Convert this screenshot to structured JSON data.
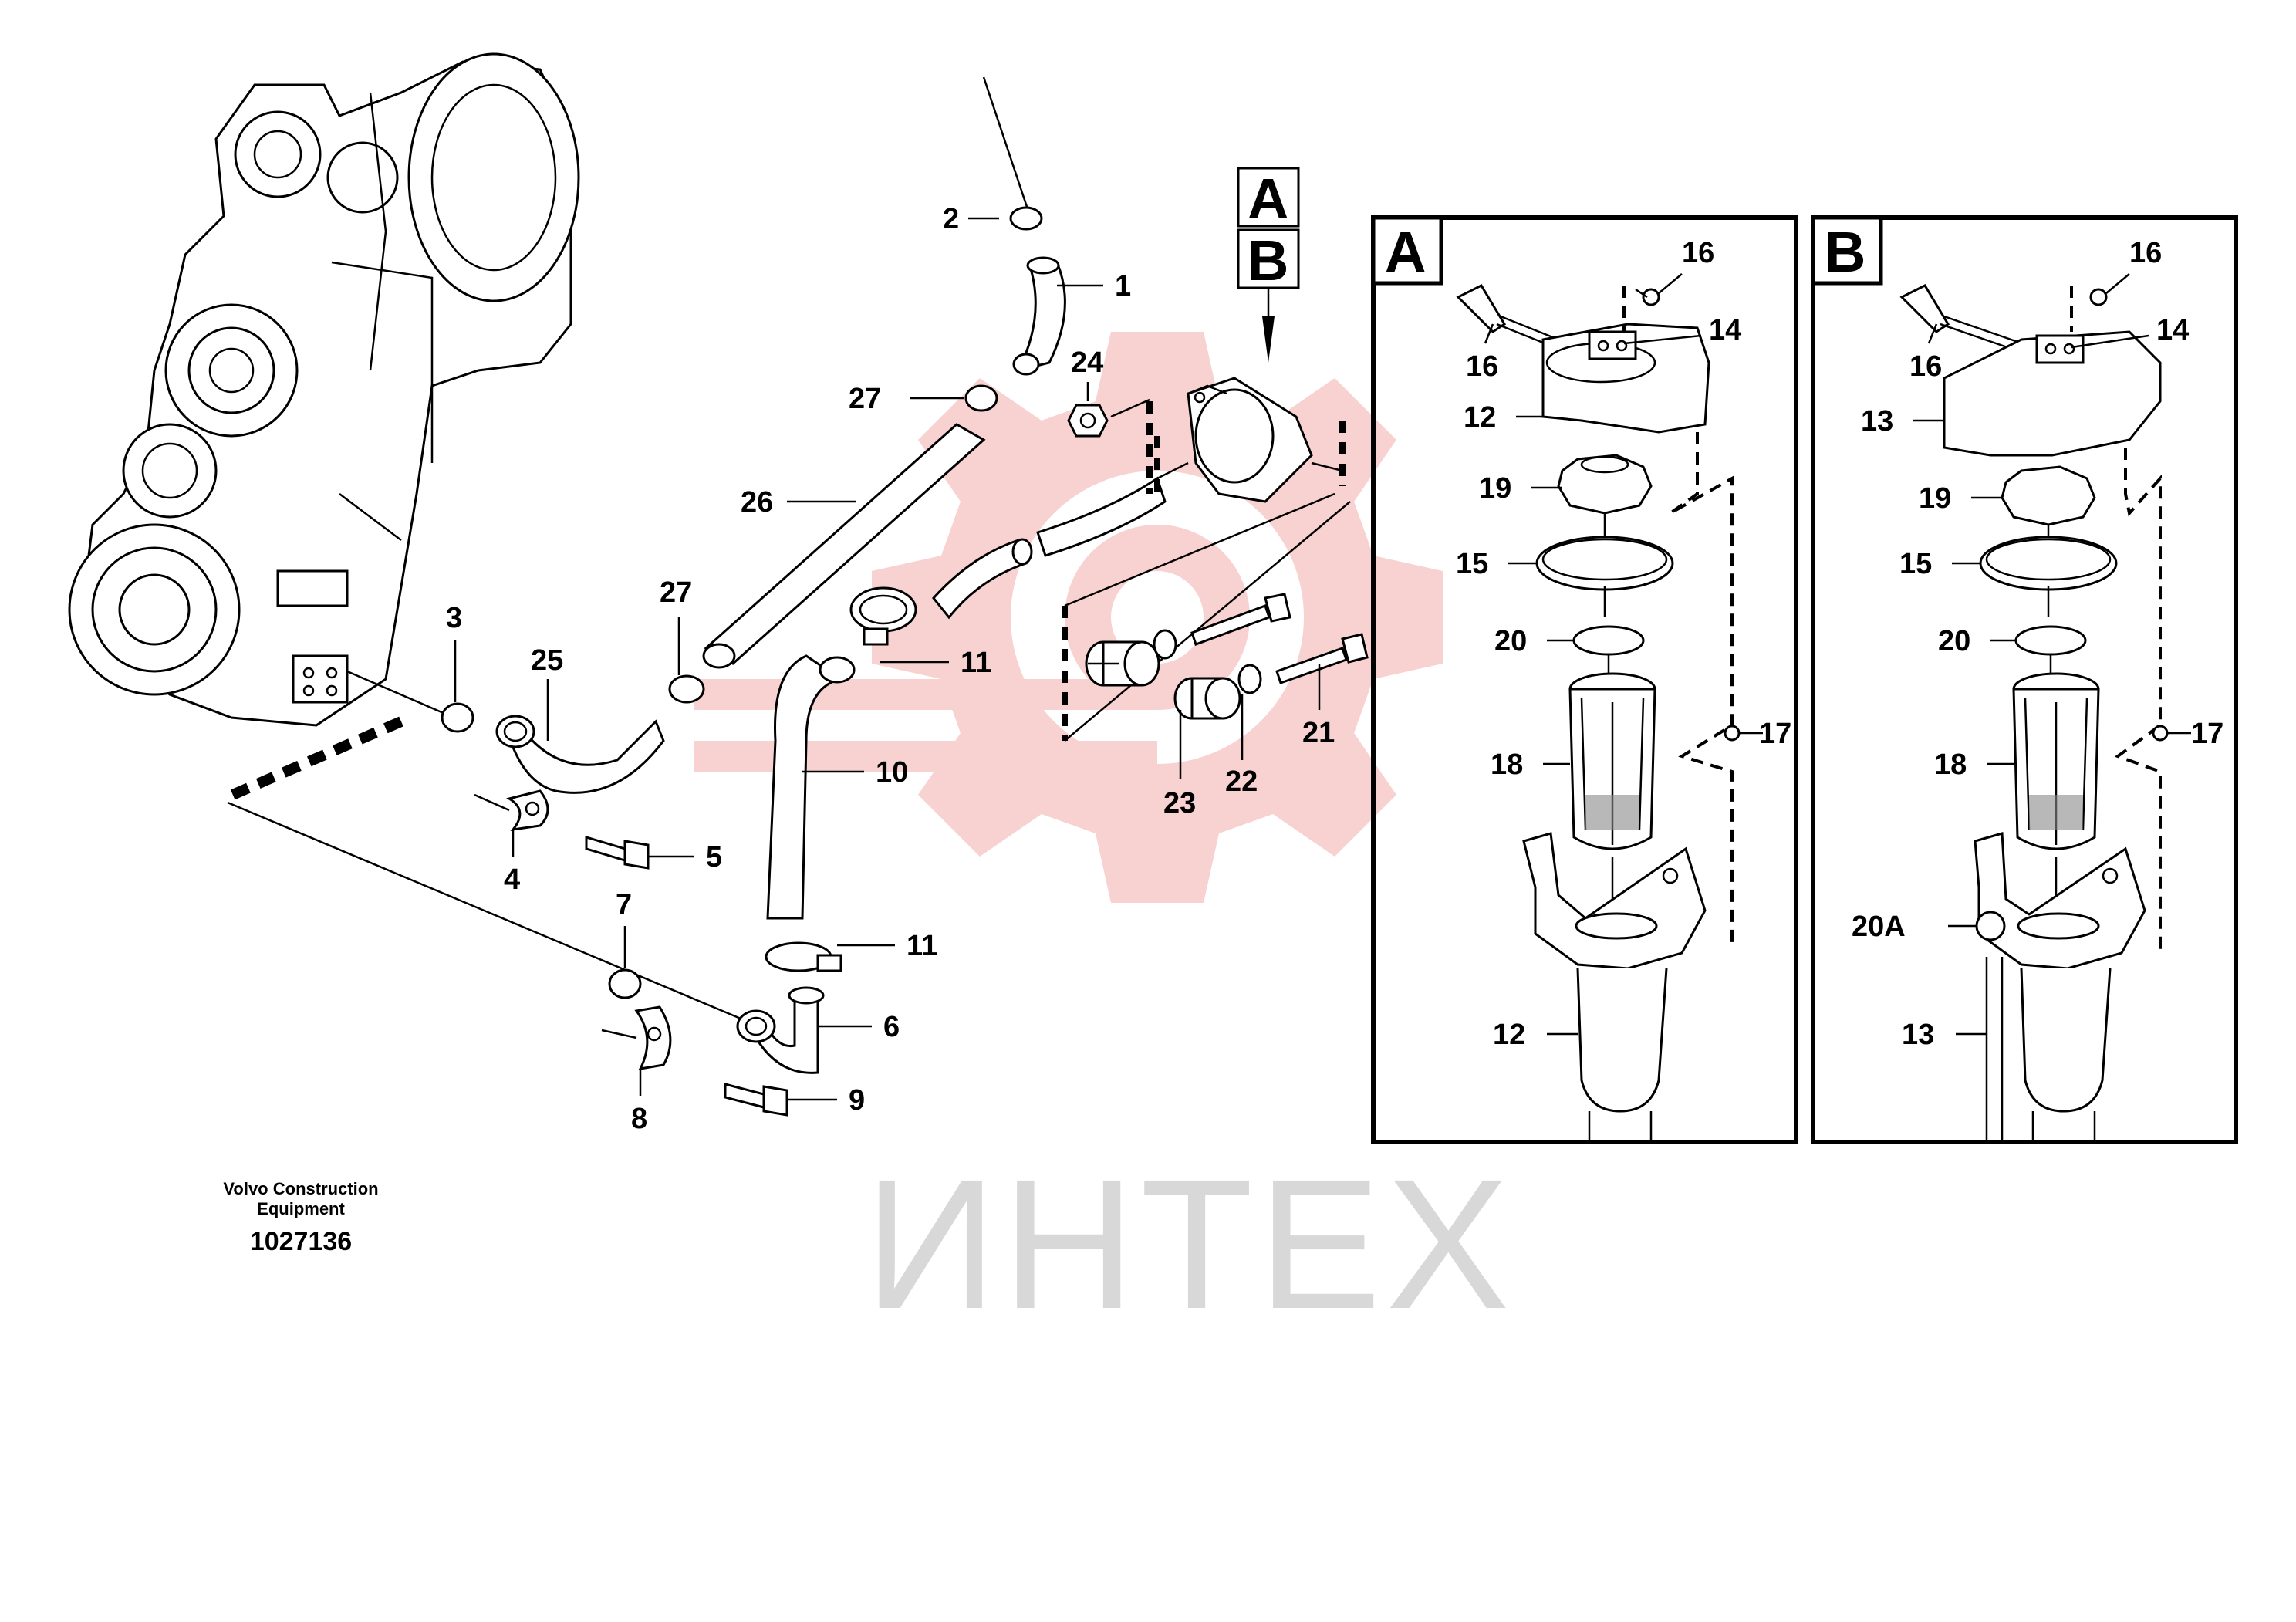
{
  "watermark": {
    "text": "ИНТЕХ",
    "color": "#f2b8b8"
  },
  "caption": {
    "line1": "Volvo Construction",
    "line2": "Equipment",
    "number": "1027136"
  },
  "marker": {
    "a": "A",
    "b": "B"
  },
  "panels": {
    "a": {
      "letter": "A"
    },
    "b": {
      "letter": "B"
    }
  },
  "callouts": {
    "c1": "1",
    "c2": "2",
    "c3": "3",
    "c4": "4",
    "c5": "5",
    "c6": "6",
    "c7": "7",
    "c8": "8",
    "c9": "9",
    "c10": "10",
    "c11a": "11",
    "c11b": "11",
    "c21": "21",
    "c22": "22",
    "c23": "23",
    "c24": "24",
    "c25": "25",
    "c26": "26",
    "c27a": "27",
    "c27b": "27",
    "a16a": "16",
    "a16b": "16",
    "a14": "14",
    "a12top": "12",
    "a19": "19",
    "a15": "15",
    "a20": "20",
    "a17": "17",
    "a18": "18",
    "a12bottom": "12",
    "b16a": "16",
    "b16b": "16",
    "b14": "14",
    "b13top": "13",
    "b19": "19",
    "b15": "15",
    "b20": "20",
    "b17": "17",
    "b18": "18",
    "b20a": "20A",
    "b13bottom": "13"
  }
}
